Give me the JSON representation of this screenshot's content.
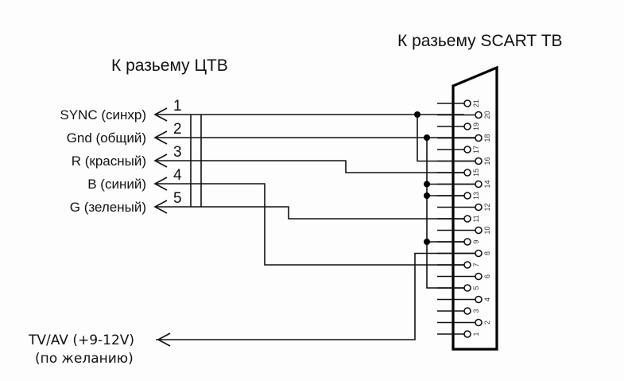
{
  "headers": {
    "ctv": "К разьему ЦТВ",
    "scart": "К разьему SCART ТВ"
  },
  "ctv_pins": [
    {
      "num": "1",
      "label": "SYNC (синхр)"
    },
    {
      "num": "2",
      "label": "Gnd (общий)"
    },
    {
      "num": "3",
      "label": "R (красный)"
    },
    {
      "num": "4",
      "label": "B (синий)"
    },
    {
      "num": "5",
      "label": "G (зеленый)"
    }
  ],
  "tvav": {
    "label": "TV/AV  (+9-12V)",
    "note": "(по желанию)"
  },
  "scart_pins": [
    "1",
    "2",
    "3",
    "4",
    "5",
    "6",
    "7",
    "8",
    "9",
    "10",
    "11",
    "12",
    "13",
    "14",
    "15",
    "16",
    "17",
    "18",
    "19",
    "20",
    "21"
  ],
  "connections": [
    {
      "from": "1",
      "to": [
        "20",
        "16"
      ]
    },
    {
      "from": "2",
      "to": [
        "18",
        "14",
        "13",
        "9",
        "5"
      ]
    },
    {
      "from": "3",
      "to": [
        "15"
      ]
    },
    {
      "from": "4",
      "to": [
        "7"
      ]
    },
    {
      "from": "5",
      "to": [
        "11"
      ]
    },
    {
      "from": "TV/AV",
      "to": [
        "8"
      ]
    }
  ]
}
